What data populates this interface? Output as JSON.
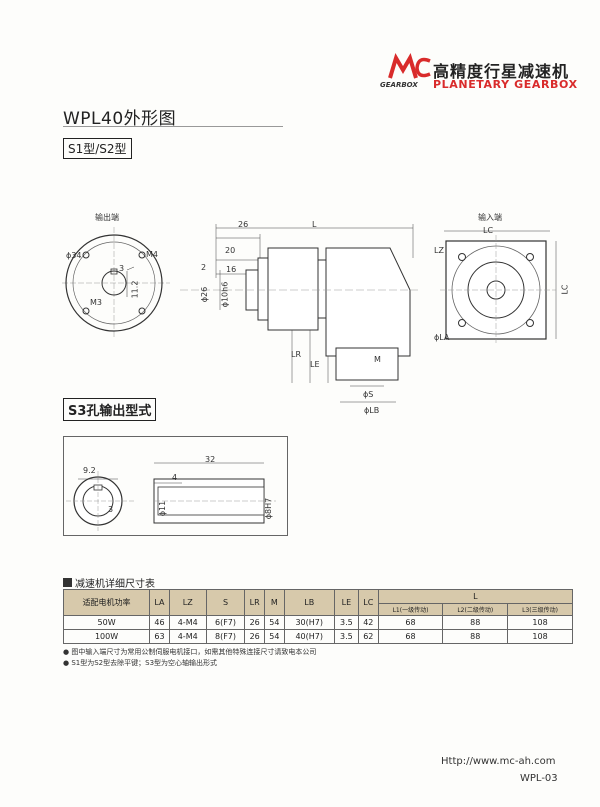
{
  "brand": {
    "name_zh": "高精度行星减速机",
    "name_en": "PLANETARY GEARBOX",
    "logo_text": "MC",
    "gearbox_label": "GEARBOX"
  },
  "title": "WPL40外形图",
  "model_tag": "S1型/S2型",
  "s3_title": "S3孔输出型式",
  "labels": {
    "output_end": "输出端",
    "input_end": "输入端",
    "d34": "ϕ34",
    "m4": "M4",
    "m3": "M3",
    "n3": "3",
    "n11_2": "11.2",
    "n3b": "3",
    "n26": "26",
    "L": "L",
    "n20": "20",
    "n2": "2",
    "n16": "16",
    "d26": "ϕ26",
    "d10": "ϕ10h6",
    "LR": "LR",
    "LE": "LE",
    "M": "M",
    "S": "ϕS",
    "LB": "ϕLB",
    "LC_top": "LC",
    "LZ": "LZ",
    "LC_side": "LC",
    "LA": "ϕLA",
    "s3_32": "32",
    "s3_4": "4",
    "s3_9_2": "9.2",
    "s3_3": "3",
    "s3_d11": "ϕ11",
    "s3_d8": "ϕ8H7"
  },
  "table": {
    "heading": "减速机详细尺寸表",
    "headers": [
      "适配电机功率",
      "LA",
      "LZ",
      "S",
      "LR",
      "M",
      "LB",
      "LE",
      "LC",
      "L"
    ],
    "sub_headers": [
      "L1(一级传动)",
      "L2(二级传动)",
      "L3(三级传动)"
    ],
    "rows": [
      [
        "50W",
        "46",
        "4-M4",
        "6(F7)",
        "26",
        "54",
        "30(H7)",
        "3.5",
        "42",
        "68",
        "88",
        "108"
      ],
      [
        "100W",
        "63",
        "4-M4",
        "8(F7)",
        "26",
        "54",
        "40(H7)",
        "3.5",
        "62",
        "68",
        "88",
        "108"
      ]
    ]
  },
  "notes": [
    "● 图中输入端尺寸为常用公制伺服电机接口，如需其他特殊连接尺寸请致电本公司",
    "● S1型为S2型去除平键；S3型为空心轴输出形式"
  ],
  "footer": {
    "url": "Http://www.mc-ah.com",
    "page": "WPL-03"
  },
  "colors": {
    "accent": "#d92b2b",
    "table_header": "#d7c9ab",
    "ink": "#222222"
  }
}
